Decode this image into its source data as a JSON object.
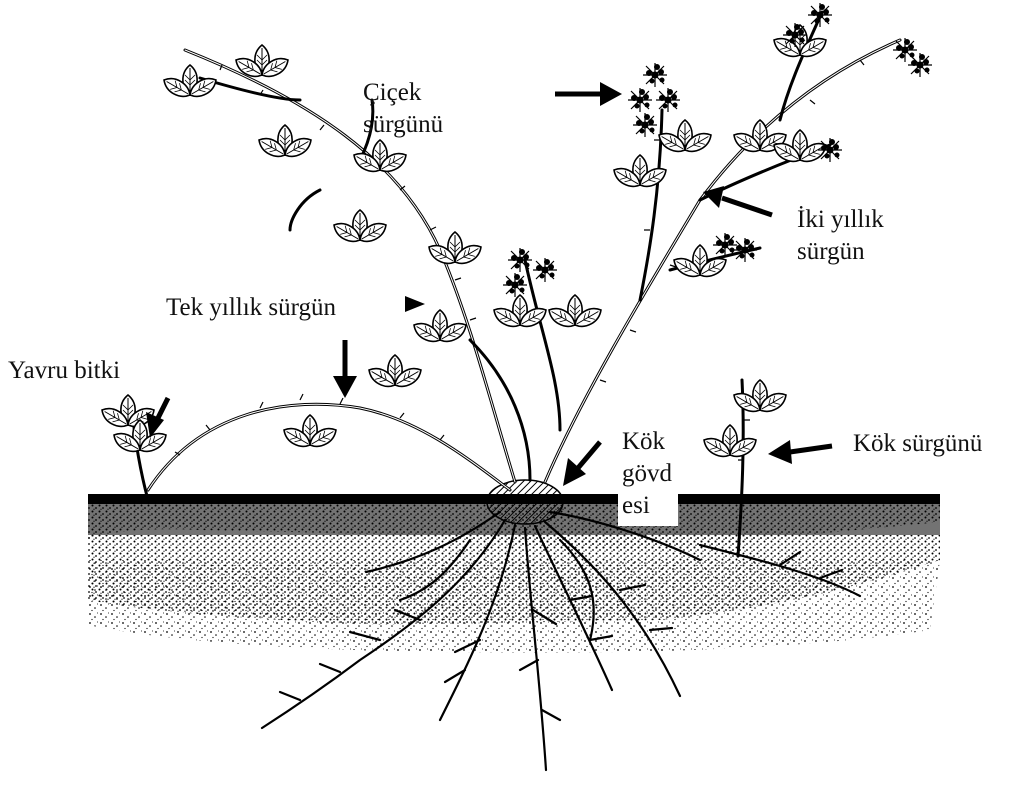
{
  "labels": {
    "cicek_line1": "Çiçek",
    "cicek_line2": "sürgünü",
    "iki_line1": "İki yıllık",
    "iki_line2": "sürgün",
    "tek": "Tek yıllık sürgün",
    "yavru": "Yavru bitki",
    "kok_govde_line1": "Kök",
    "kok_govde_line2": "gövd",
    "kok_govde_line3": "esi",
    "kok_surgunu": "Kök sürgünü"
  },
  "icons": {
    "flower_cluster": "flower-cluster-icon",
    "leaf": "leaf-icon",
    "arrow": "arrow-icon"
  },
  "colors": {
    "ink": "#111111",
    "paper": "#ffffff",
    "soil": "#000000"
  }
}
